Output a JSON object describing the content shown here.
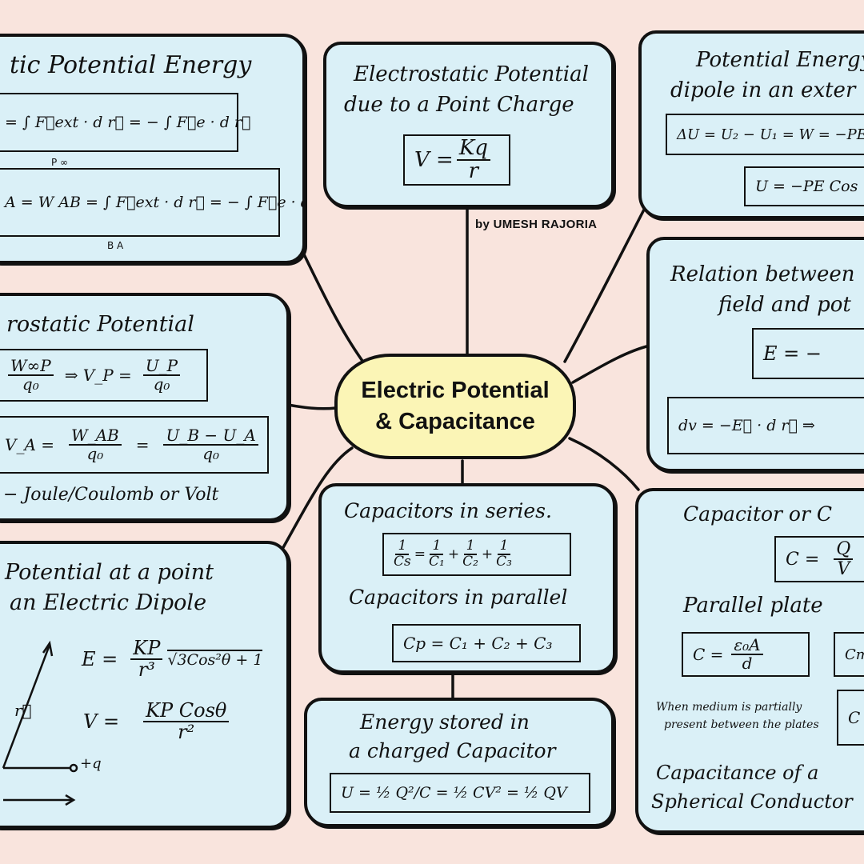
{
  "center": {
    "line1": "Electric Potential",
    "line2": "& Capacitance"
  },
  "author": "by UMESH RAJORIA",
  "potential_energy": {
    "title": "tic Potential Energy",
    "f1": "=  ∫ F⃗ext · d r⃗   = − ∫ F⃗e · d r⃗",
    "f1_limits": "P      ∞",
    "f2": "A = W AB =  ∫ F⃗ext · d r⃗   = − ∫ F⃗e · d r⃗",
    "f2_limits": "B  A"
  },
  "point_charge": {
    "title1": "Electrostatic Potential",
    "title2": "due to a Point Charge",
    "lhs": "V =",
    "num": "Kq",
    "den": "r"
  },
  "dipole_energy": {
    "title1": "Potential Energy",
    "title2": "dipole in an exter",
    "f1": "ΔU = U₂ − U₁ = W = −PE",
    "f2": "U = −PE Cos"
  },
  "field_relation": {
    "title1": "Relation between",
    "title2": "field and pot",
    "f1": "E  =  −",
    "f2": "dv = −E⃗ · d r⃗      ⇒"
  },
  "electrostatic_potential": {
    "title": "rostatic Potential",
    "f1_num": "W∞P",
    "f1_den": "q₀",
    "f1_mid": "⇒   V_P =",
    "f1_num2": "U_P",
    "f1_den2": "q₀",
    "f2_lhs": "V_A =",
    "f2_num": "W_AB",
    "f2_den": "q₀",
    "f2_num2": "U_B − U_A",
    "f2_den2": "q₀",
    "unit": "− Joule/Coulomb or Volt"
  },
  "dipole_potential": {
    "title1": "Potential at a point",
    "title2": "an Electric Dipole",
    "e_lhs": "E =",
    "e_num": "KP",
    "e_den": "r³",
    "e_root": "√3Cos²θ + 1",
    "v_lhs": "V =",
    "v_num": "KP Cosθ",
    "v_den": "r²",
    "r_label": "r⃗",
    "q_label": "+q"
  },
  "capacitors": {
    "series_title": "Capacitors in series.",
    "series_formula": "1/Cs = 1/C₁ + 1/C₂ + 1/C₃",
    "series_terms": [
      "Cs",
      "C₁",
      "C₂",
      "C₃"
    ],
    "parallel_title": "Capacitors in parallel",
    "parallel_formula": "Cp = C₁ + C₂ + C₃"
  },
  "energy_stored": {
    "title1": "Energy stored in",
    "title2": "a charged Capacitor",
    "formula": "U = ½ Q²/C = ½ CV² = ½ QV"
  },
  "capacitor": {
    "title": "Capacitor or C",
    "f1_lhs": "C =",
    "f1_num": "Q",
    "f1_den": "V",
    "parallel_title": "Parallel plate",
    "pp_lhs": "C =",
    "pp_num": "ε₀A",
    "pp_den": "d",
    "pp_medium": "Cm",
    "note1": "When medium is partially",
    "note2": "present between the plates",
    "note_formula": "C",
    "spherical1": "Capacitance of a",
    "spherical2": "Spherical Conductor"
  }
}
